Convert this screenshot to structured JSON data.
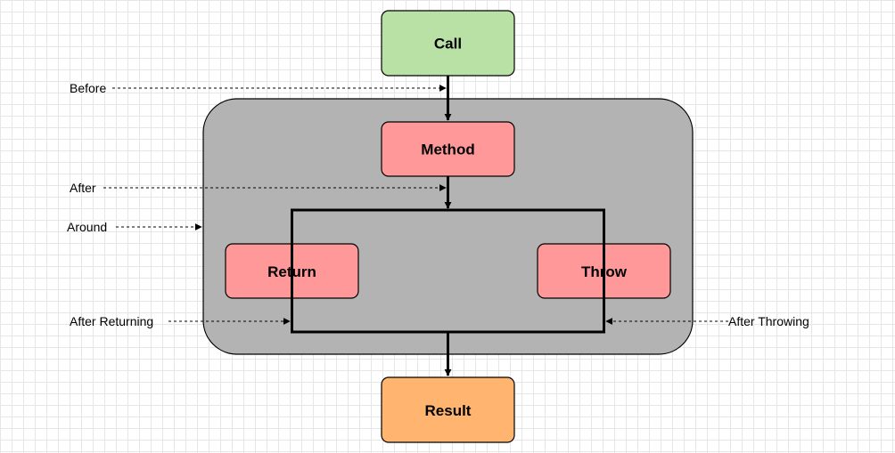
{
  "nodes": {
    "call": {
      "label": "Call",
      "fill": "#b9e0a5"
    },
    "method": {
      "label": "Method",
      "fill": "#ff9999"
    },
    "return": {
      "label": "Return",
      "fill": "#ff9999"
    },
    "throw": {
      "label": "Throw",
      "fill": "#ff9999"
    },
    "result": {
      "label": "Result",
      "fill": "#ffb570"
    }
  },
  "container": {
    "fill": "#b3b3b3"
  },
  "advice_labels": {
    "before": "Before",
    "after": "After",
    "around": "Around",
    "after_returning": "After Returning",
    "after_throwing": "After Throwing"
  }
}
